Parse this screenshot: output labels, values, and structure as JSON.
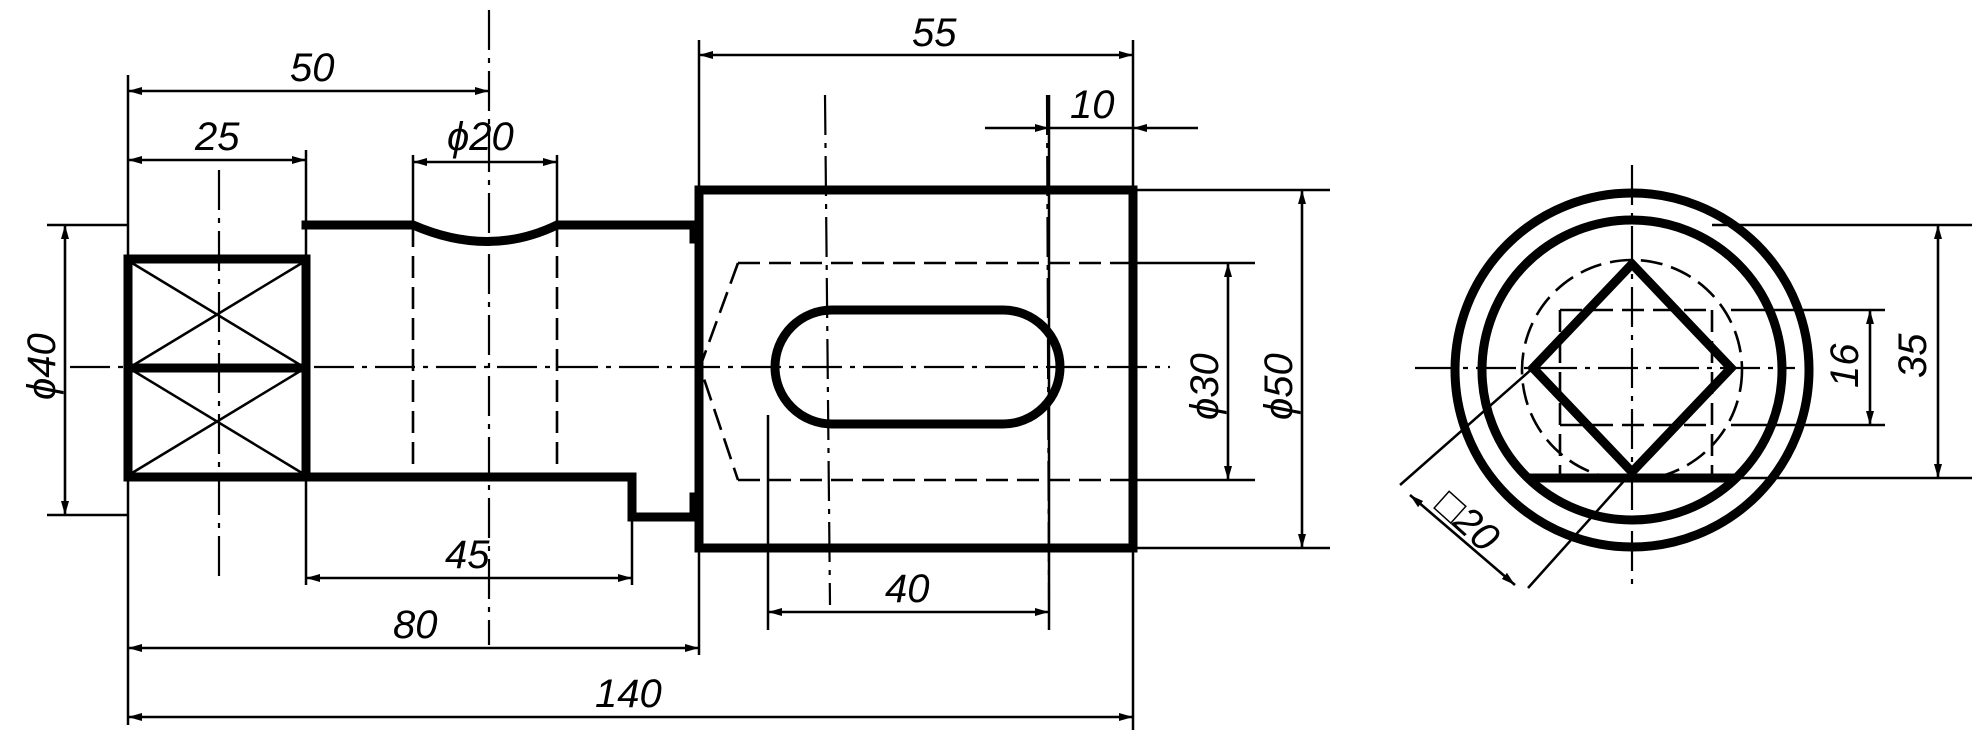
{
  "dimensions": {
    "overall_length": "140",
    "left_to_block": "80",
    "left_body": "50",
    "square_section": "25",
    "slot_width": "45",
    "hole_diameter": "ϕ20",
    "body_diameter": "ϕ40",
    "block_width": "55",
    "block_offset": "10",
    "slot_length": "40",
    "bore_diameter": "ϕ30",
    "block_diameter": "ϕ50",
    "square_size": "□20",
    "flat_distance": "16",
    "outer_distance": "35"
  }
}
